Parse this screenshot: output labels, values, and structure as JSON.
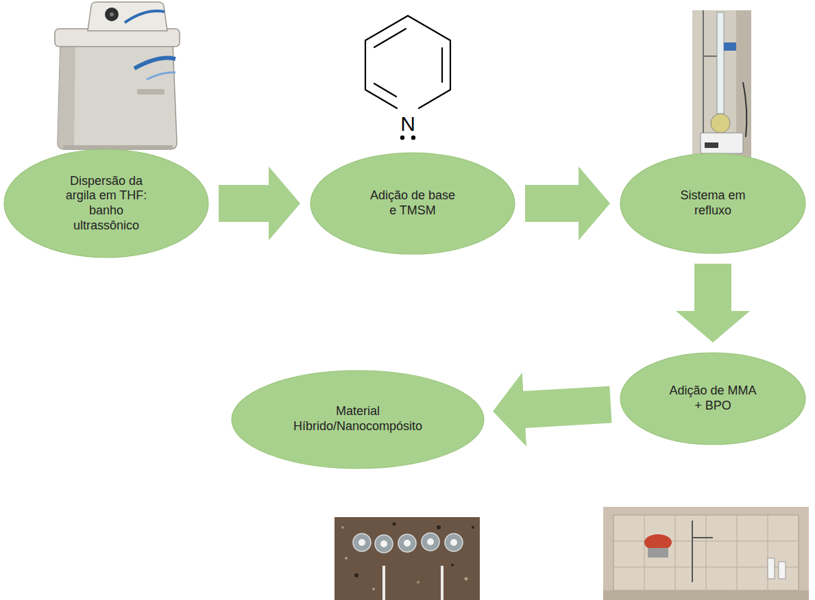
{
  "diagram": {
    "nodes": [
      {
        "text": [
          "Dispersão da argila em THF: banho ultrassônico"
        ]
      },
      {
        "text": [
          "Adição de base e TMSM"
        ]
      },
      {
        "text": [
          "Sistema em refluxo"
        ]
      },
      {
        "text": [
          "Adição de MMA + BPO"
        ]
      },
      {
        "text": [
          "Material Híbrido/Nanocompósito"
        ]
      }
    ],
    "edges": [
      {
        "from": 0,
        "to": 1,
        "arrow": "to"
      },
      {
        "from": 1,
        "to": 2,
        "arrow": "to"
      },
      {
        "from": 2,
        "to": 3,
        "arrow": "to"
      },
      {
        "from": 3,
        "to": 4,
        "arrow": "to"
      }
    ],
    "labels": [
      "N"
    ]
  }
}
